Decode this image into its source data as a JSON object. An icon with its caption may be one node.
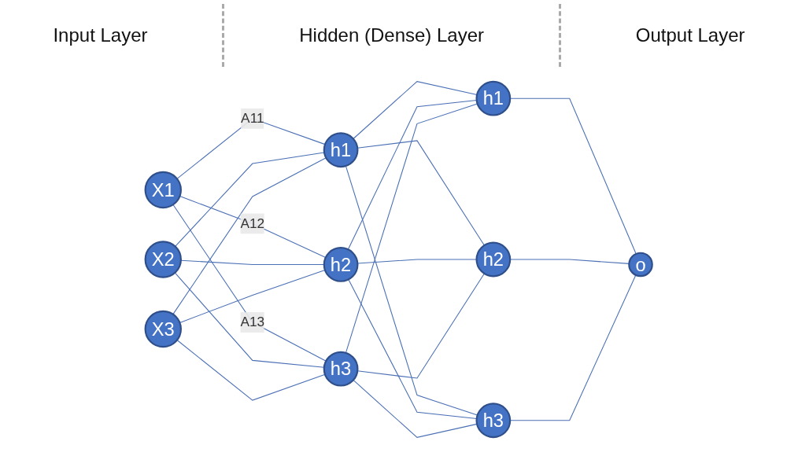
{
  "diagram": {
    "nodes": [
      {
        "text": [
          "X1"
        ]
      },
      {
        "text": [
          "X2"
        ]
      },
      {
        "text": [
          "X3"
        ]
      },
      {
        "text": [
          "h1"
        ]
      },
      {
        "text": [
          "h2"
        ]
      },
      {
        "text": [
          "h3"
        ]
      },
      {
        "text": [
          "h1"
        ]
      },
      {
        "text": [
          "h2"
        ]
      },
      {
        "text": [
          "h3"
        ]
      },
      {
        "text": [
          "o"
        ]
      }
    ],
    "edges": [
      {
        "from": 0,
        "to": 3,
        "arrow": "none",
        "label": "A11"
      },
      {
        "from": 0,
        "to": 4,
        "arrow": "none",
        "label": "A12"
      },
      {
        "from": 0,
        "to": 5,
        "arrow": "none",
        "label": "A13"
      },
      {
        "from": 1,
        "to": 3,
        "arrow": "none"
      },
      {
        "from": 1,
        "to": 4,
        "arrow": "none"
      },
      {
        "from": 1,
        "to": 5,
        "arrow": "none"
      },
      {
        "from": 2,
        "to": 3,
        "arrow": "none"
      },
      {
        "from": 2,
        "to": 4,
        "arrow": "none"
      },
      {
        "from": 2,
        "to": 5,
        "arrow": "none"
      },
      {
        "from": 3,
        "to": 6,
        "arrow": "none"
      },
      {
        "from": 3,
        "to": 7,
        "arrow": "none"
      },
      {
        "from": 3,
        "to": 8,
        "arrow": "none"
      },
      {
        "from": 4,
        "to": 6,
        "arrow": "none"
      },
      {
        "from": 4,
        "to": 7,
        "arrow": "none"
      },
      {
        "from": 4,
        "to": 8,
        "arrow": "none"
      },
      {
        "from": 5,
        "to": 6,
        "arrow": "none"
      },
      {
        "from": 5,
        "to": 7,
        "arrow": "none"
      },
      {
        "from": 5,
        "to": 8,
        "arrow": "none"
      },
      {
        "from": 6,
        "to": 9,
        "arrow": "none"
      },
      {
        "from": 7,
        "to": 9,
        "arrow": "none"
      },
      {
        "from": 8,
        "to": 9,
        "arrow": "none"
      }
    ],
    "labels": [
      "Input Layer",
      "Hidden (Dense) Layer",
      "Output Layer"
    ]
  }
}
